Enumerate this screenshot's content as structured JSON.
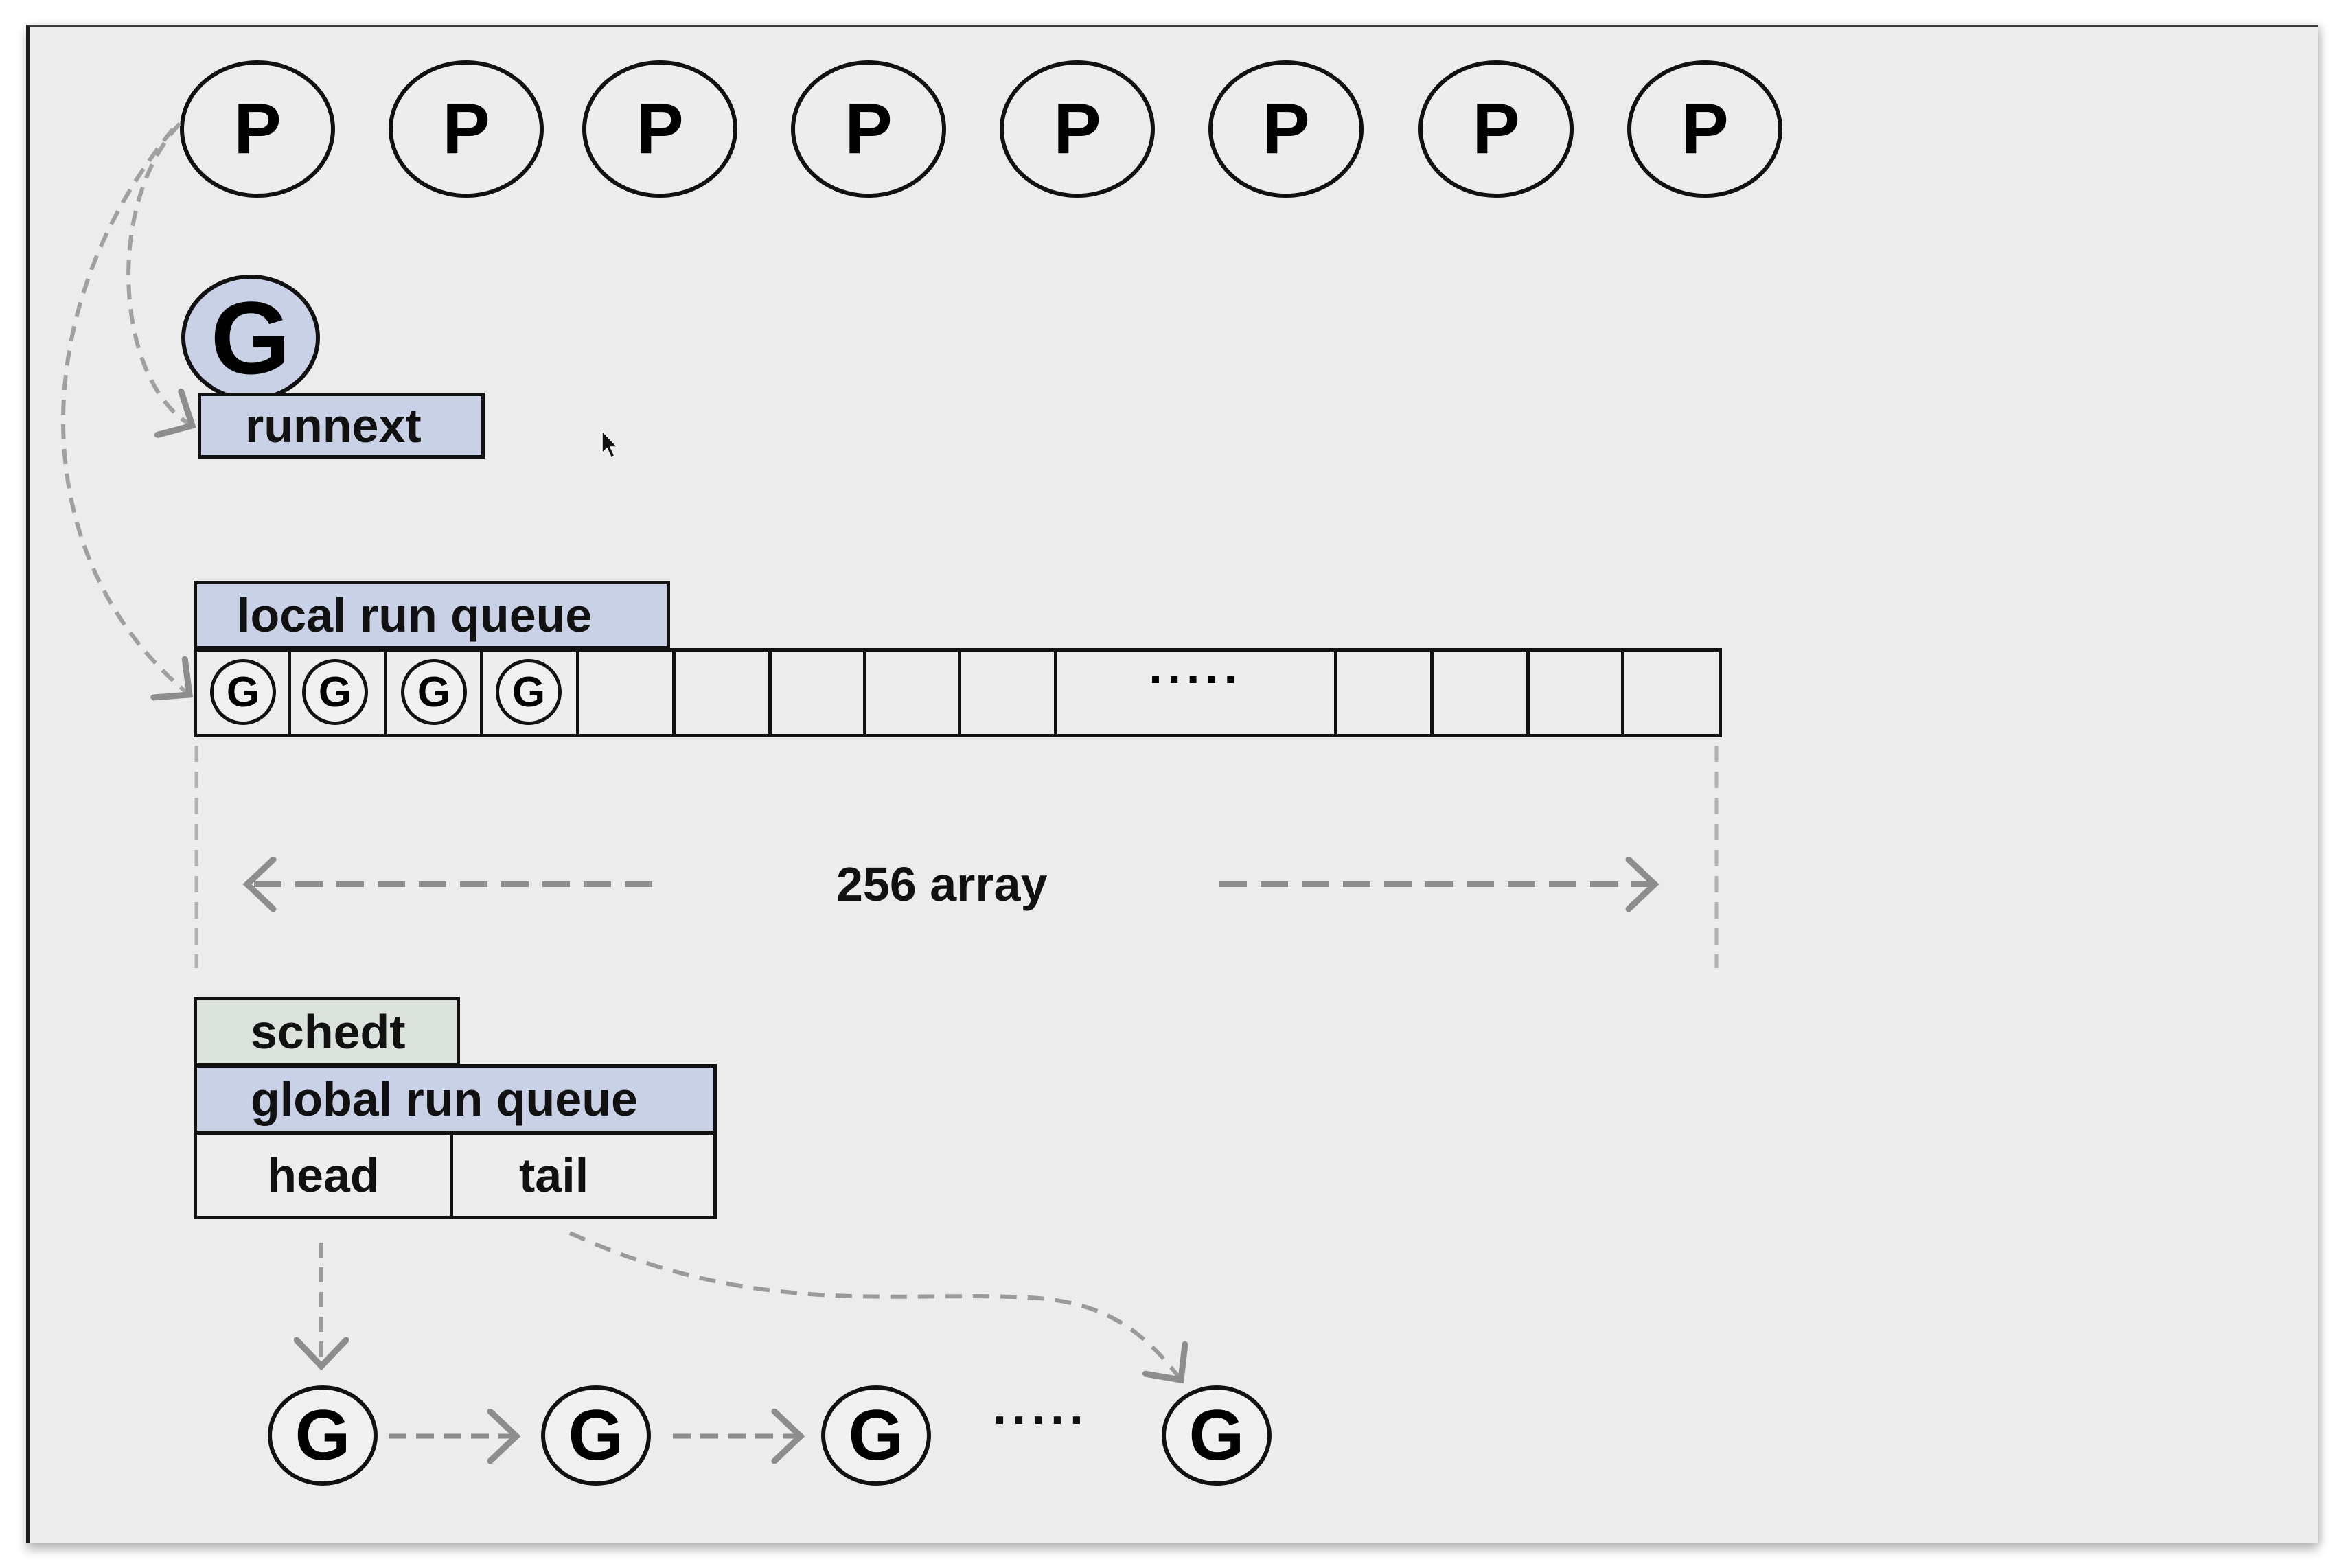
{
  "processors": [
    "P",
    "P",
    "P",
    "P",
    "P",
    "P",
    "P",
    "P"
  ],
  "runnext": {
    "goroutine": "G",
    "label": "runnext"
  },
  "local_queue": {
    "label": "local run queue",
    "goroutines": [
      "G",
      "G",
      "G",
      "G"
    ],
    "ellipsis": "·····",
    "size_label": "256 array"
  },
  "global": {
    "schedt_label": "schedt",
    "queue_label": "global run queue",
    "head_label": "head",
    "tail_label": "tail",
    "chain": [
      "G",
      "G",
      "G",
      "G"
    ],
    "ellipsis": "·····"
  }
}
